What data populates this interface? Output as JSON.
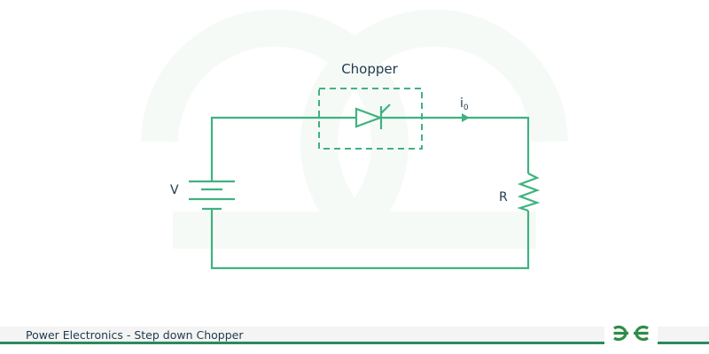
{
  "diagram": {
    "title": "Chopper",
    "labels": {
      "voltage": "V",
      "resistor": "R",
      "current": "i",
      "current_subscript": "0"
    },
    "components": [
      {
        "type": "dc-voltage-source",
        "label": "V"
      },
      {
        "type": "thyristor-switch",
        "group": "Chopper"
      },
      {
        "type": "resistor",
        "label": "R"
      },
      {
        "type": "current-arrow",
        "label": "i0"
      }
    ],
    "colors": {
      "wire": "#3fb27f",
      "text": "#1f3a4d",
      "watermark": "#f6faf7"
    }
  },
  "footer": {
    "caption": "Power Electronics - Step down Chopper",
    "logo": "geeksforgeeks-logo",
    "colors": {
      "bar": "#f3f4f3",
      "accent": "#2b8a5c",
      "logo": "#2f8d46"
    }
  }
}
